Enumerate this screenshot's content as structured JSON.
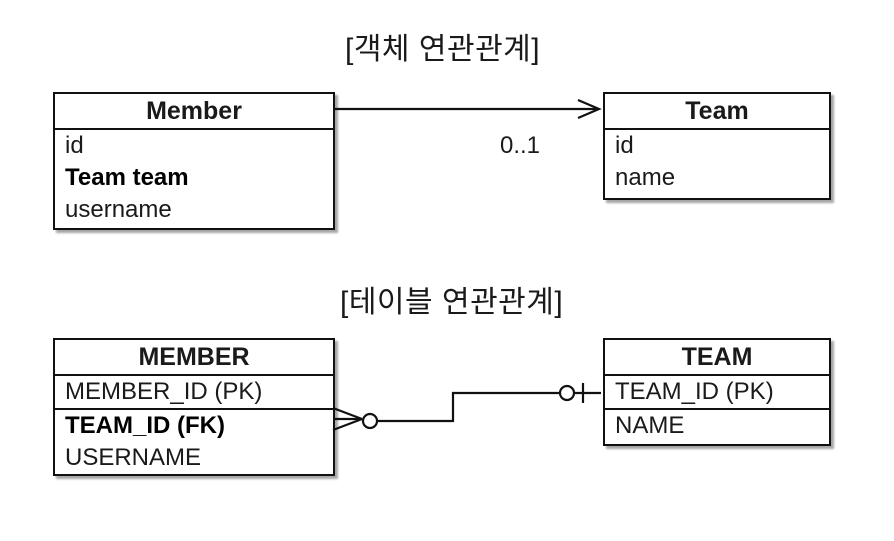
{
  "object_section": {
    "title": "[객체 연관관계]",
    "member": {
      "name": "Member",
      "attributes": [
        "id",
        "Team team",
        "username"
      ]
    },
    "team": {
      "name": "Team",
      "attributes": [
        "id",
        "name"
      ]
    },
    "association": {
      "multiplicity": "0..1"
    }
  },
  "table_section": {
    "title": "[테이블 연관관계]",
    "member": {
      "name": "MEMBER",
      "attributes": [
        "MEMBER_ID (PK)",
        "TEAM_ID (FK)",
        "USERNAME"
      ]
    },
    "team": {
      "name": "TEAM",
      "attributes": [
        "TEAM_ID (PK)",
        "NAME"
      ]
    }
  }
}
